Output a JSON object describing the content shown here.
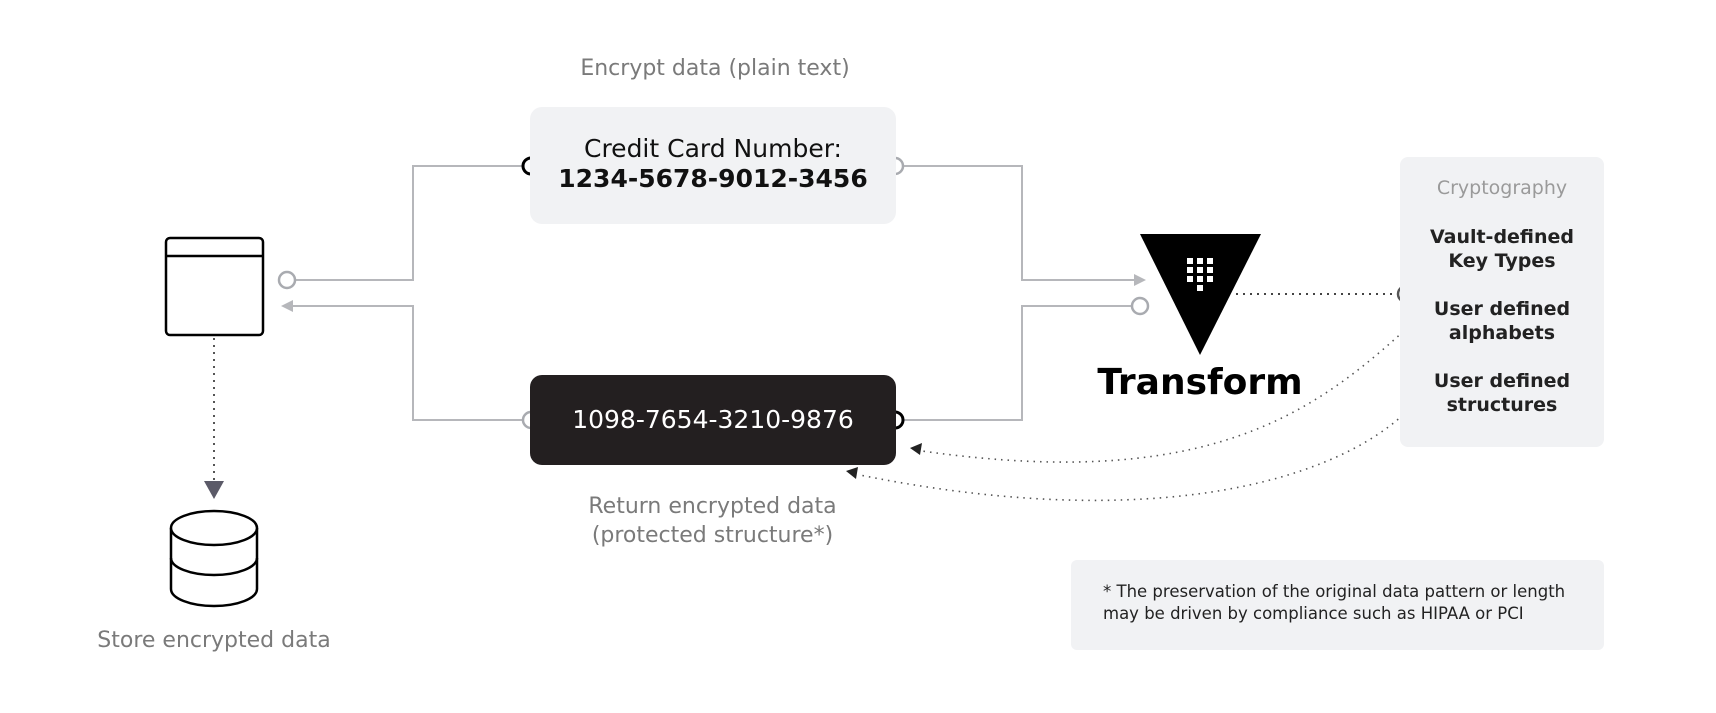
{
  "top_caption": "Encrypt data (plain text)",
  "plain_card": {
    "line1": "Credit Card Number:",
    "line2": "1234-5678-9012-3456"
  },
  "encrypted_card": {
    "value": "1098-7654-3210-9876"
  },
  "bottom_caption": {
    "line1": "Return encrypted data",
    "line2": "(protected structure*)"
  },
  "store_caption": "Store encrypted data",
  "transform": {
    "label": "Transform"
  },
  "cryptography": {
    "title": "Cryptography",
    "items": [
      {
        "line1": "Vault-defined",
        "line2": "Key Types"
      },
      {
        "line1": "User defined",
        "line2": "alphabets"
      },
      {
        "line1": "User defined",
        "line2": "structures"
      }
    ]
  },
  "footnote": {
    "line1": "* The preservation of the original data pattern or length",
    "line2": "may be driven by compliance such as HIPAA or PCI"
  },
  "icons": {
    "application": "application-window-icon",
    "database": "database-icon",
    "transform": "vault-transform-icon"
  },
  "colors": {
    "wire": "#b6b7bb",
    "dark_card": "#231f20",
    "light_card": "#f1f2f4",
    "caption_text": "#7a7a7a",
    "arrow_fill": "#5b5a68"
  }
}
